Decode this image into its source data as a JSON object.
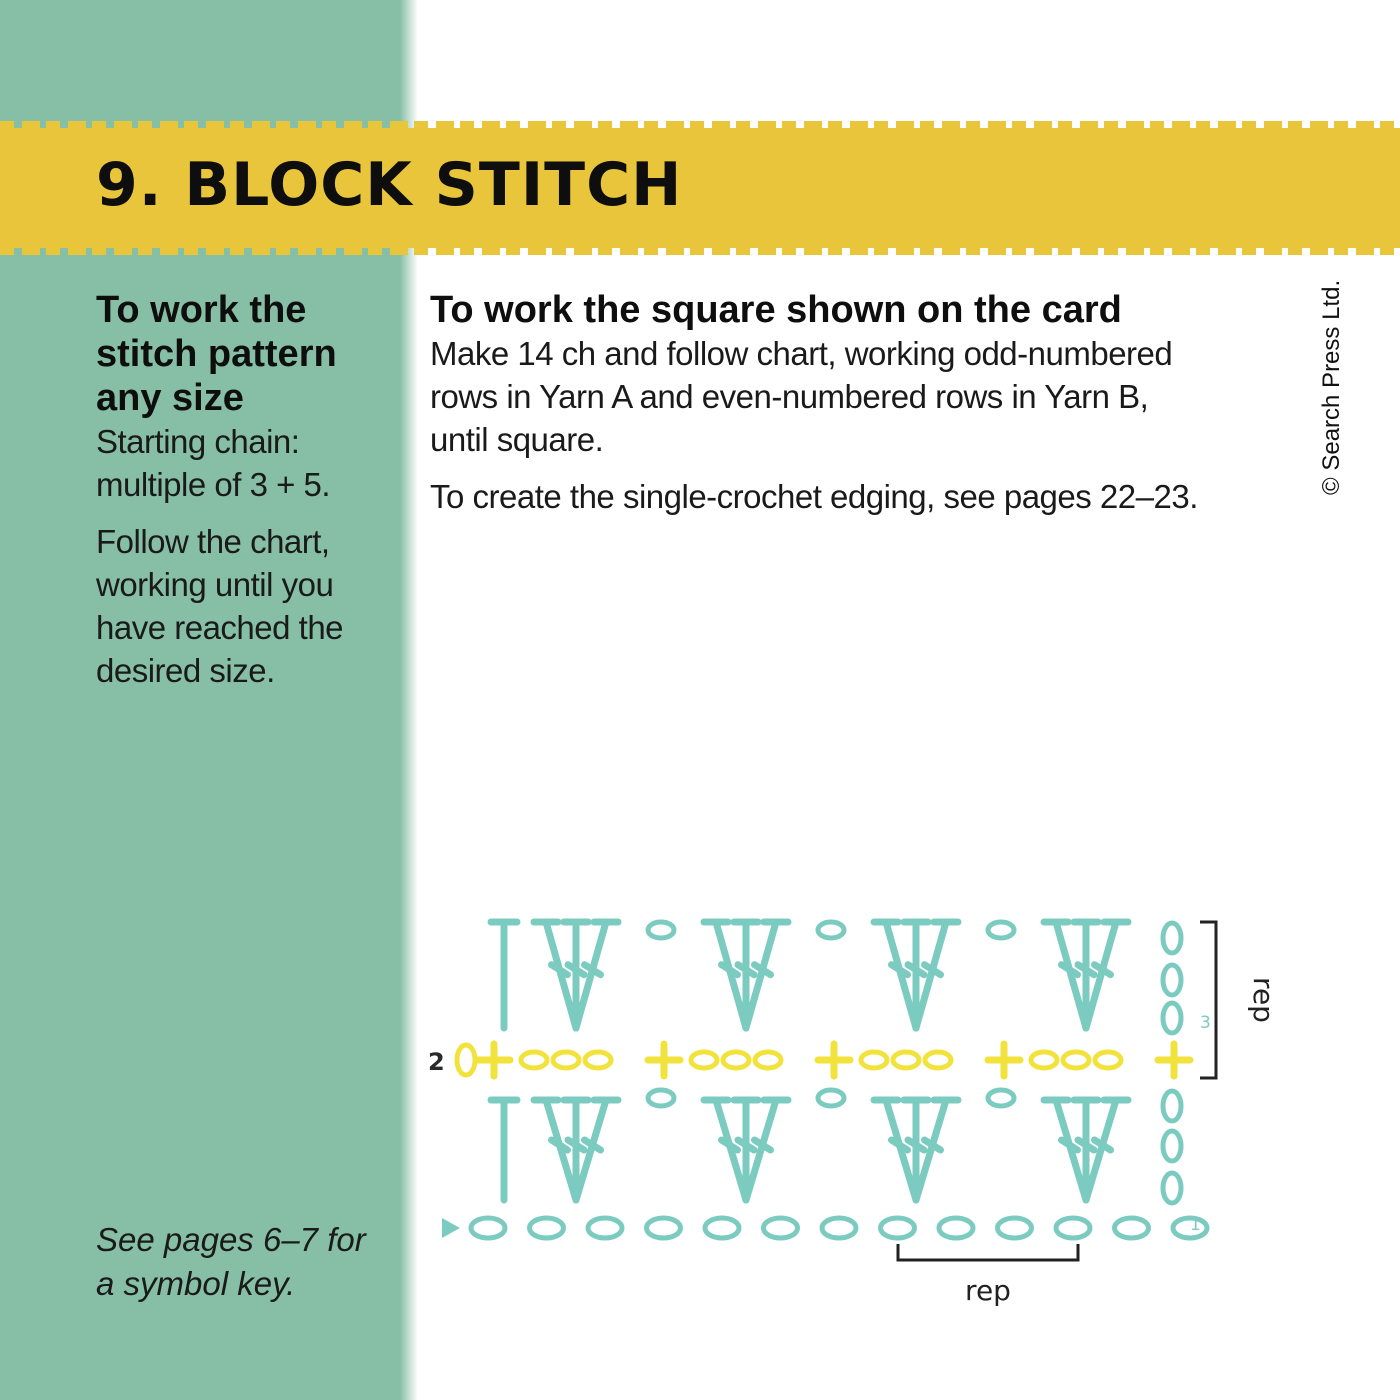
{
  "title": "9. BLOCK STITCH",
  "side": {
    "heading": "To work the stitch pattern any size",
    "starting_chain": "Starting chain: multiple of 3 + 5.",
    "instructions": "Follow the chart, working until you have reached the desired size.",
    "symbol_note": "See pages 6–7 for a symbol key."
  },
  "main": {
    "heading": "To work the square shown on the card",
    "paragraph1": "Make 14 ch and follow chart, working odd-numbered rows in Yarn A and even-numbered rows in Yarn B, until square.",
    "paragraph2": "To create the single-crochet edging, see pages 22–23."
  },
  "copyright": "© Search Press Ltd.",
  "chart": {
    "row_numbers": {
      "row1": "1",
      "row2": "2",
      "row3": "3"
    },
    "rep_label_vertical": "rep",
    "rep_label_horizontal": "rep",
    "colors": {
      "yarn_a": "#7ccbc0",
      "yarn_b": "#f2e23c",
      "label": "#2a2a2a"
    }
  }
}
